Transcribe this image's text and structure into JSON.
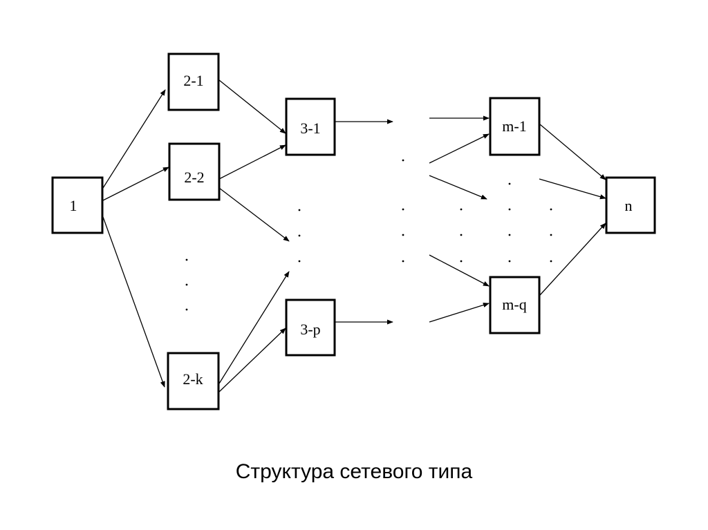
{
  "caption": "Структура сетевого типа",
  "nodes": {
    "n1": "1",
    "n2_1": "2-1",
    "n2_2": "2-2",
    "n2_k": "2-k",
    "n3_1": "3-1",
    "n3_p": "3-p",
    "nm_1": "m-1",
    "nm_q": "m-q",
    "nn": "n"
  }
}
